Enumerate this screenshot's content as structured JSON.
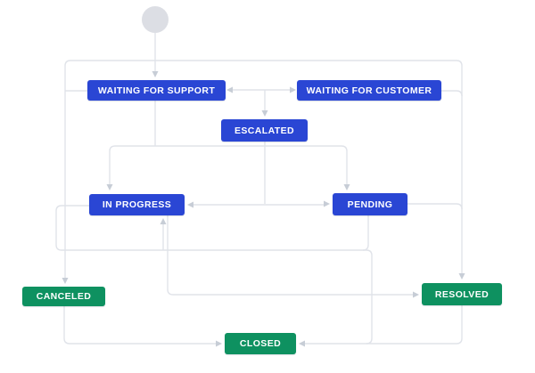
{
  "diagram": {
    "statuses": [
      {
        "label": "WAITING FOR SUPPORT"
      },
      {
        "label": "WAITING FOR CUSTOMER"
      },
      {
        "label": "ESCALATED"
      },
      {
        "label": "IN PROGRESS"
      },
      {
        "label": "PENDING"
      },
      {
        "label": "CANCELED"
      },
      {
        "label": "RESOLVED"
      },
      {
        "label": "CLOSED"
      }
    ],
    "colors": {
      "status_blue": "#2a46d4",
      "status_green": "#0e9160",
      "edge": "#e0e3e9",
      "arrow": "#c7cdd6",
      "start_node": "#dcdee4",
      "bg": "#ffffff"
    }
  }
}
